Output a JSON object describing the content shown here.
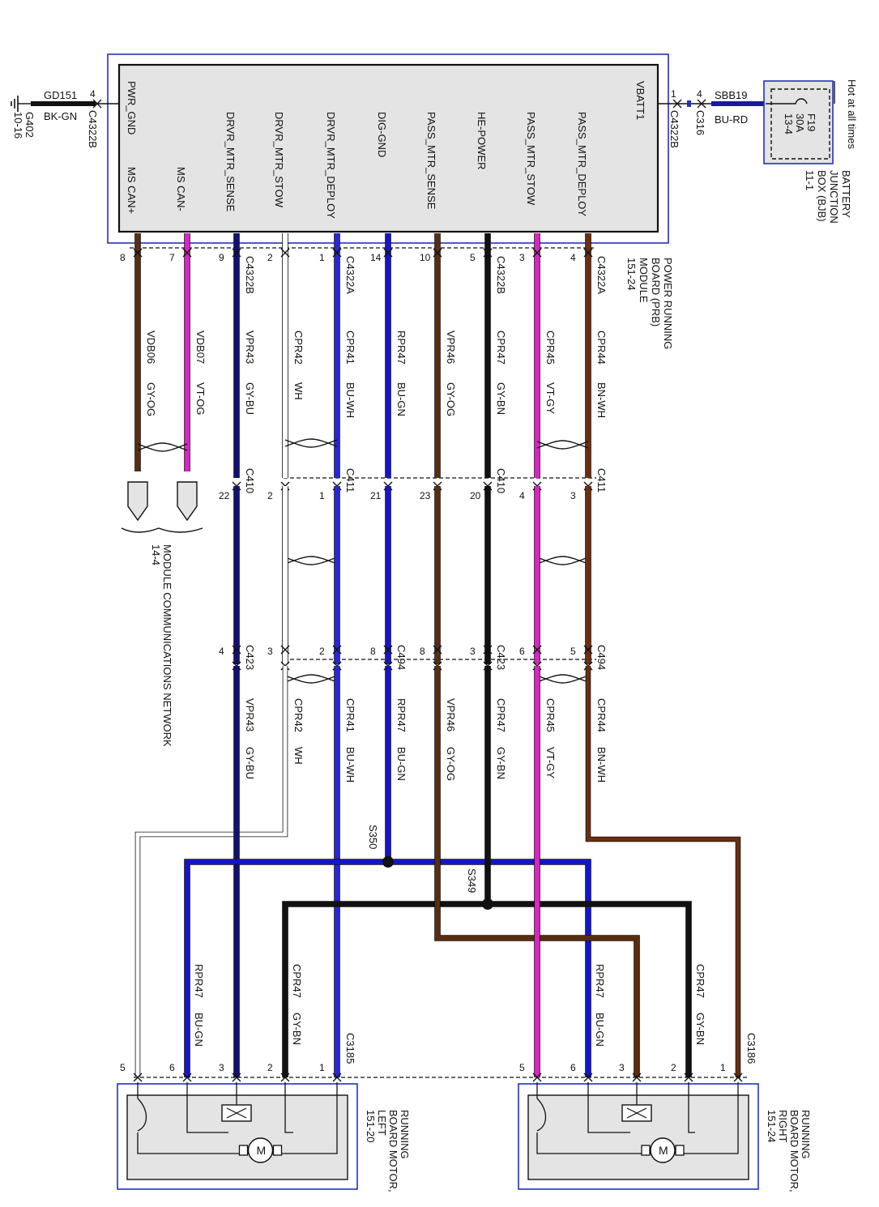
{
  "power_source": {
    "hot_label": "Hot at all times",
    "fuse": "F19",
    "amps": "30A",
    "ref": "13-4",
    "box_lines": [
      "BATTERY",
      "JUNCTION",
      "BOX (BJB)",
      "11-1"
    ]
  },
  "prb_module": {
    "label_lines": [
      "POWER RUNNING",
      "BOARD (PRB)",
      "MODULE",
      "151-24"
    ],
    "top_terminals": [
      {
        "name": "PWR_GND"
      },
      {
        "name": "VBATT1"
      }
    ],
    "terminals": [
      {
        "name": "MS CAN+",
        "pin": "8",
        "circuit": "VDB06",
        "color": "GY-OG",
        "wire": "#5a2d10"
      },
      {
        "name": "MS CAN-",
        "pin": "7",
        "circuit": "VDB07",
        "color": "VT-OG",
        "wire": "#e020c8"
      },
      {
        "name": "DRVR_MTR_SENSE",
        "pin": "9",
        "connector": "C4322B",
        "circuit": "VPR43",
        "color": "GY-BU",
        "wire": "#12126e"
      },
      {
        "name": "DRVR_MTR_STOW",
        "pin": "2",
        "circuit": "CPR42",
        "color": "WH",
        "wire": "#ffffff"
      },
      {
        "name": "DRVR_MTR_DEPLOY",
        "pin": "1",
        "connector": "C4322A",
        "circuit": "CPR41",
        "color": "BU-WH",
        "wire": "#2727d8"
      },
      {
        "name": "DIG-GND",
        "pin": "14",
        "circuit": "RPR47",
        "color": "BU-GN",
        "wire": "#1515c8"
      },
      {
        "name": "PASS_MTR_SENSE",
        "pin": "10",
        "circuit": "VPR46",
        "color": "GY-OG",
        "wire": "#5a2d10"
      },
      {
        "name": "HE-POWER",
        "pin": "5",
        "connector": "C4322B",
        "circuit": "CPR47",
        "color": "GY-BN",
        "wire": "#111111"
      },
      {
        "name": "PASS_MTR_STOW",
        "pin": "3",
        "circuit": "CPR45",
        "color": "VT-GY",
        "wire": "#e020c8"
      },
      {
        "name": "PASS_MTR_DEPLOY",
        "pin": "4",
        "connector": "C4322A",
        "circuit": "CPR44",
        "color": "BN-WH",
        "wire": "#6b2e12"
      }
    ]
  },
  "ground": {
    "circuit": "GD151",
    "color": "BK-GN",
    "pin": "4",
    "connector": "C4322B",
    "ground_id": "G402",
    "ref": "10-16"
  },
  "battery_feed": {
    "circuit": "SBB19",
    "color": "BU-RD",
    "pin_module": "1",
    "connector_module": "C4322B",
    "pin_bjb": "4",
    "connector_bjb": "C316"
  },
  "mcn": {
    "label": "MODULE COMMUNICATIONS NETWORK",
    "ref": "14-4"
  },
  "inline_c410_c411": [
    {
      "wire": "DRVR_MTR_SENSE",
      "pin": "22",
      "connector": "C410"
    },
    {
      "wire": "DRVR_MTR_STOW",
      "pin": "2"
    },
    {
      "wire": "DRVR_MTR_DEPLOY",
      "pin": "1",
      "connector": "C411"
    },
    {
      "wire": "DIG-GND",
      "pin": "21"
    },
    {
      "wire": "PASS_MTR_SENSE",
      "pin": "23"
    },
    {
      "wire": "HE-POWER",
      "pin": "20",
      "connector": "C410"
    },
    {
      "wire": "PASS_MTR_STOW",
      "pin": "4"
    },
    {
      "wire": "PASS_MTR_DEPLOY",
      "pin": "3",
      "connector": "C411"
    }
  ],
  "inline_c423_c494": [
    {
      "wire": "DRVR_MTR_SENSE",
      "pin": "4",
      "connector": "C423"
    },
    {
      "wire": "DRVR_MTR_STOW",
      "pin": "3"
    },
    {
      "wire": "DRVR_MTR_DEPLOY",
      "pin": "2"
    },
    {
      "wire": "DIG-GND",
      "pin": "8",
      "connector": "C494"
    },
    {
      "wire": "PASS_MTR_SENSE",
      "pin": "8"
    },
    {
      "wire": "HE-POWER",
      "pin": "3",
      "connector": "C423"
    },
    {
      "wire": "PASS_MTR_STOW",
      "pin": "6"
    },
    {
      "wire": "PASS_MTR_DEPLOY",
      "pin": "5",
      "connector": "C494"
    }
  ],
  "splices": [
    {
      "id": "S350"
    },
    {
      "id": "S349"
    }
  ],
  "left_motor": {
    "connector": "C3185",
    "label_lines": [
      "RUNNING",
      "BOARD MOTOR,",
      "LEFT",
      "151-20"
    ],
    "pins": [
      "5",
      "6",
      "3",
      "2",
      "1"
    ],
    "wires": [
      {
        "circuit": "RPR47",
        "color": "BU-GN"
      },
      {
        "circuit": "CPR47",
        "color": "GY-BN"
      }
    ]
  },
  "right_motor": {
    "connector": "C3186",
    "label_lines": [
      "RUNNING",
      "BOARD MOTOR,",
      "RIGHT",
      "151-24"
    ],
    "pins": [
      "5",
      "6",
      "3",
      "2",
      "1"
    ],
    "wires": [
      {
        "circuit": "RPR47",
        "color": "BU-GN"
      },
      {
        "circuit": "CPR47",
        "color": "GY-BN"
      }
    ]
  },
  "motor_symbol": "M",
  "colors": {
    "frame": "#2233bb",
    "module_fill": "#e4e4e4",
    "splice": "#111111"
  }
}
